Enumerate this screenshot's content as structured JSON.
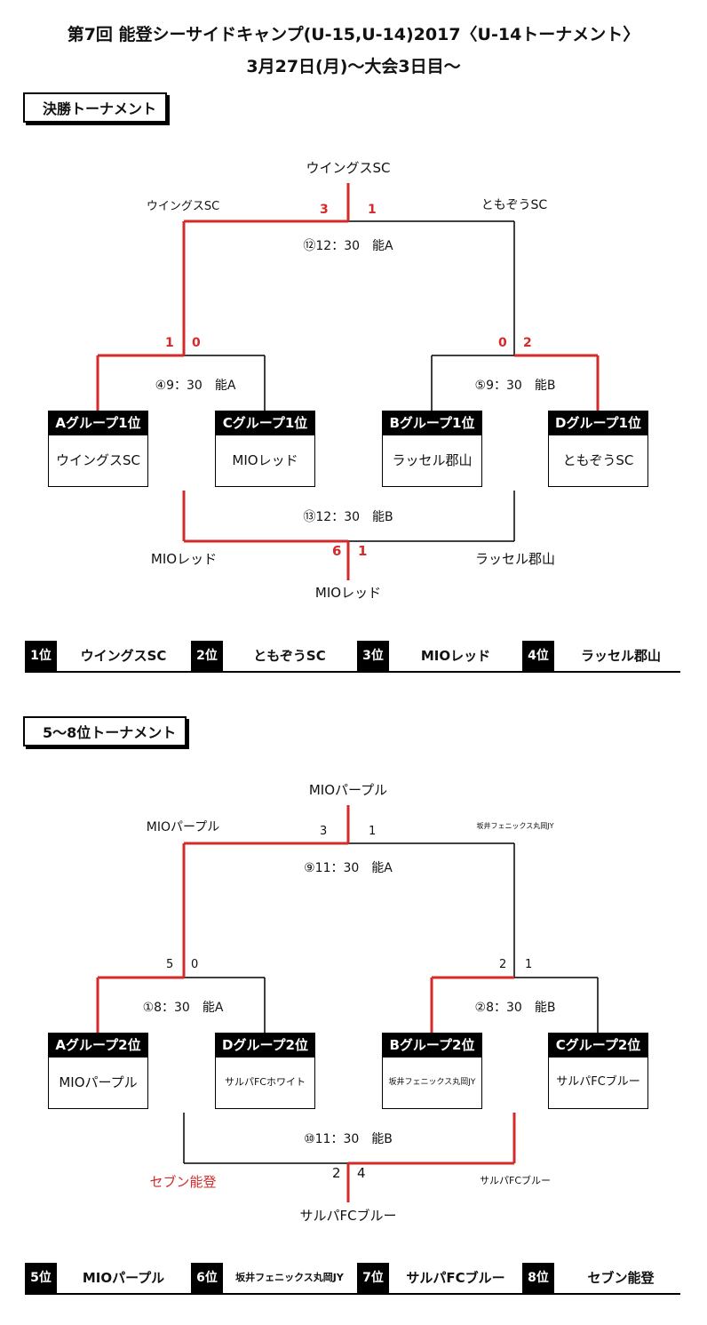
{
  "header": {
    "title": "第7回 能登シーサイドキャンプ(U-15,U-14)2017〈U-14トーナメント〉",
    "subtitle": "3月27日(月)～大会3日目～"
  },
  "colors": {
    "winner_line": "#d42a2a",
    "line": "#000000"
  },
  "final": {
    "label": "決勝トーナメント",
    "champion": "ウイングスSC",
    "top_left_team": "ウイングスSC",
    "top_right_team": "ともぞうSC",
    "top_score_left": "3",
    "top_score_right": "1",
    "final_match": "⑫12：30　能A",
    "left_semi": {
      "score_left": "1",
      "score_right": "0",
      "match": "④9：30　能A"
    },
    "right_semi": {
      "score_left": "0",
      "score_right": "2",
      "match": "⑤9：30　能B"
    },
    "teams": [
      {
        "group": "Aグループ1位",
        "name": "ウイングスSC"
      },
      {
        "group": "Cグループ1位",
        "name": "MIOレッド"
      },
      {
        "group": "Bグループ1位",
        "name": "ラッセル郡山"
      },
      {
        "group": "Dグループ1位",
        "name": "ともぞうSC"
      }
    ],
    "third_match": "⑬12：30　能B",
    "third_left_team": "MIOレッド",
    "third_right_team": "ラッセル郡山",
    "third_score_left": "6",
    "third_score_right": "1",
    "third_winner": "MIOレッド",
    "ranking": [
      {
        "rank": "1位",
        "name": "ウイングスSC"
      },
      {
        "rank": "2位",
        "name": "ともぞうSC"
      },
      {
        "rank": "3位",
        "name": "MIOレッド"
      },
      {
        "rank": "4位",
        "name": "ラッセル郡山"
      }
    ]
  },
  "placement": {
    "label": "5～8位トーナメント",
    "champion": "MIOパープル",
    "top_left_team": "MIOパープル",
    "top_right_team": "坂井フェニックス丸岡JY",
    "top_score_left": "3",
    "top_score_right": "1",
    "final_match": "⑨11：30　能A",
    "left_semi": {
      "score_left": "5",
      "score_right": "0",
      "match": "①8：30　能A"
    },
    "right_semi": {
      "score_left": "2",
      "score_right": "1",
      "match": "②8：30　能B"
    },
    "teams": [
      {
        "group": "Aグループ2位",
        "name": "MIOパープル"
      },
      {
        "group": "Dグループ2位",
        "name": "サルパFCホワイト"
      },
      {
        "group": "Bグループ2位",
        "name": "坂井フェニックス丸岡JY"
      },
      {
        "group": "Cグループ2位",
        "name": "サルパFCブルー"
      }
    ],
    "third_match": "⑩11：30　能B",
    "third_left_team": "セブン能登",
    "third_right_team": "サルパFCブルー",
    "third_score_left": "2",
    "third_score_right": "4",
    "third_winner": "サルパFCブルー",
    "ranking": [
      {
        "rank": "5位",
        "name": "MIOパープル"
      },
      {
        "rank": "6位",
        "name": "坂井フェニックス丸岡JY"
      },
      {
        "rank": "7位",
        "name": "サルパFCブルー"
      },
      {
        "rank": "8位",
        "name": "セブン能登"
      }
    ]
  }
}
